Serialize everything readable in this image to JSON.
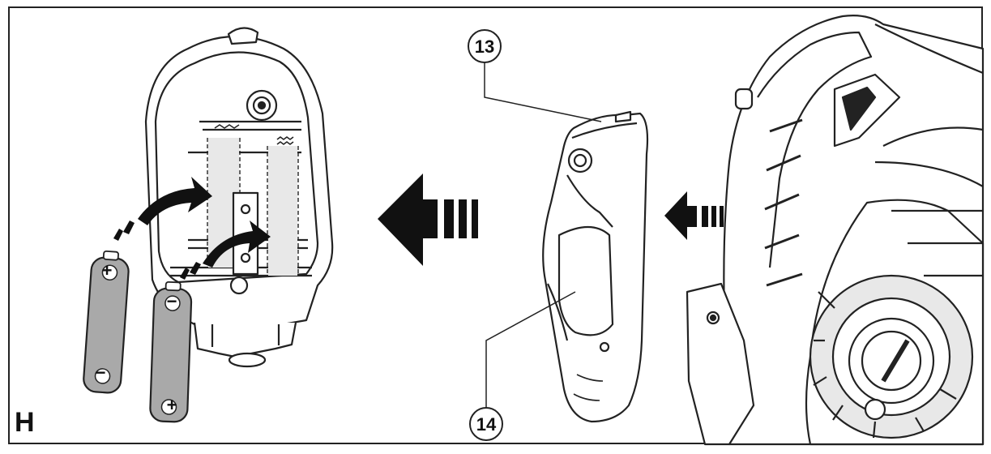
{
  "figure": {
    "panel_letter": "H",
    "callouts": [
      {
        "id": "13"
      },
      {
        "id": "14"
      }
    ],
    "battery": {
      "plus_symbol": "+",
      "minus_symbol": "−"
    },
    "colors": {
      "line": "#222222",
      "battery_fill": "#a9a9a9",
      "compartment_fill": "#e8e8e8",
      "arrow": "#111111"
    }
  }
}
